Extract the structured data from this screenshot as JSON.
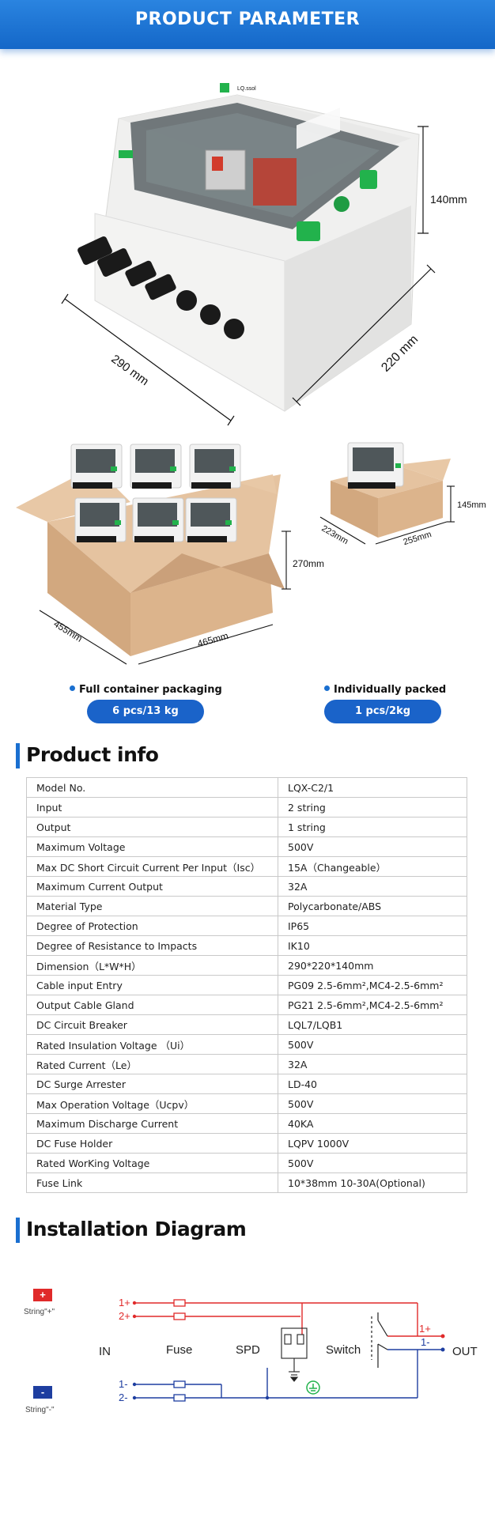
{
  "banner": {
    "title": "PRODUCT PARAMETER"
  },
  "product_image": {
    "dimensions": {
      "height": "140mm",
      "depth": "220 mm",
      "width": "290 mm"
    }
  },
  "packaging": {
    "bulk": {
      "caption": "Full container packaging",
      "pill": "6 pcs/13 kg",
      "height": "270mm",
      "depth": "455mm",
      "width": "465mm"
    },
    "single": {
      "caption": "Individually packed",
      "pill": "1 pcs/2kg",
      "height": "145mm",
      "depth": "223mm",
      "width": "255mm"
    }
  },
  "product_info": {
    "heading": "Product info",
    "rows": [
      {
        "k": "Model No.",
        "v": "LQX-C2/1"
      },
      {
        "k": "Input",
        "v": "2 string"
      },
      {
        "k": "Output",
        "v": "1 string"
      },
      {
        "k": "Maximum Voltage",
        "v": "500V"
      },
      {
        "k": "Max DC Short Circuit Current Per Input（Isc）",
        "v": "15A（Changeable）"
      },
      {
        "k": "Maximum Current Output",
        "v": "32A"
      },
      {
        "k": "Material Type",
        "v": "Polycarbonate/ABS"
      },
      {
        "k": "Degree of Protection",
        "v": "IP65"
      },
      {
        "k": "Degree of Resistance to Impacts",
        "v": "IK10"
      },
      {
        "k": "Dimension（L*W*H）",
        "v": "290*220*140mm"
      },
      {
        "k": "Cable input Entry",
        "v": "PG09 2.5-6mm²,MC4-2.5-6mm²"
      },
      {
        "k": "Output Cable Gland",
        "v": "PG21 2.5-6mm²,MC4-2.5-6mm²"
      },
      {
        "k": "DC Circuit Breaker",
        "v": "LQL7/LQB1"
      },
      {
        "k": "Rated Insulation Voltage （Ui）",
        "v": "500V"
      },
      {
        "k": "Rated Current（Le）",
        "v": "32A"
      },
      {
        "k": "DC Surge Arrester",
        "v": "LD-40"
      },
      {
        "k": "Max Operation Voltage（Ucpv）",
        "v": "500V"
      },
      {
        "k": "Maximum Discharge Current",
        "v": "40KA"
      },
      {
        "k": "DC Fuse Holder",
        "v": "LQPV 1000V"
      },
      {
        "k": "Rated WorKing Voltage",
        "v": "500V"
      },
      {
        "k": "Fuse Link",
        "v": "10*38mm 10-30A(Optional)"
      }
    ]
  },
  "installation": {
    "heading": "Installation Diagram",
    "plus_symbol": "+",
    "minus_symbol": "-",
    "string_plus": "String\"+\"",
    "string_minus": "String\"-\"",
    "in": "IN",
    "fuse": "Fuse",
    "spd": "SPD",
    "switch": "Switch",
    "out": "OUT",
    "in_plus_1": "1+",
    "in_plus_2": "2+",
    "in_minus_1": "1-",
    "in_minus_2": "2-",
    "out_plus": "1+",
    "out_minus": "1-"
  },
  "colors": {
    "accent": "#1a6fd0",
    "positive": "#e02a2a",
    "negative": "#1e3ea0",
    "green": "#22b24c"
  }
}
